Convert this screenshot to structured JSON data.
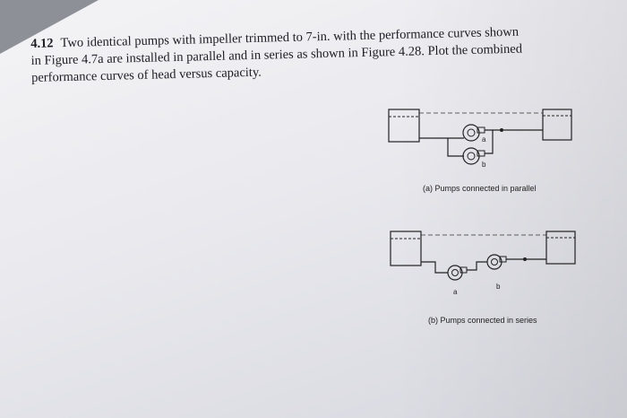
{
  "problem": {
    "number": "4.12",
    "line1": "Two identical pumps with impeller trimmed to 7-in. with the performance curves shown",
    "line2": "in Figure 4.7a are installed in parallel and in series as shown in Figure 4.28. Plot the combined",
    "line3": "performance curves of head versus capacity."
  },
  "figure_a": {
    "caption": "(a) Pumps connected in parallel",
    "pump_a_label": "a",
    "pump_b_label": "b"
  },
  "figure_b": {
    "caption": "(b) Pumps connected in series",
    "pump_a_label": "a",
    "pump_b_label": "b"
  }
}
